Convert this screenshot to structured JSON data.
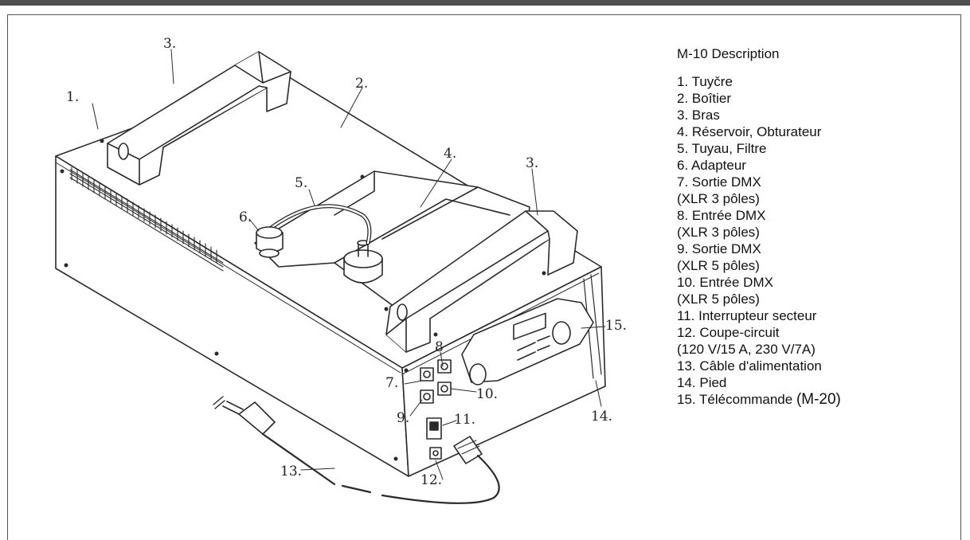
{
  "legend": {
    "title": "M-10 Description",
    "items": [
      {
        "text": "1. Tuyčre"
      },
      {
        "text": "2. Boîtier"
      },
      {
        "text": "3. Bras"
      },
      {
        "text": "4. Réservoir, Obturateur"
      },
      {
        "text": "5. Tuyau, Filtre"
      },
      {
        "text": "6. Adapteur"
      },
      {
        "text": "7. Sortie DMX",
        "sub": "(XLR 3 pôles)"
      },
      {
        "text": "8. Entrée DMX",
        "sub": "(XLR 3 pôles)"
      },
      {
        "text": "9. Sortie DMX",
        "sub": "(XLR 5 pôles)"
      },
      {
        "text": "10. Entrée DMX",
        "sub": "(XLR 5 pôles)"
      },
      {
        "text": "11. Interrupteur secteur"
      },
      {
        "text": "12. Coupe-circuit",
        "sub": "(120 V/15 A, 230 V/7A)"
      },
      {
        "text": "13. Câble d'alimentation"
      },
      {
        "text": "14. Pied"
      },
      {
        "text": "15. Télécommande ",
        "tail": "(M-20)"
      }
    ]
  },
  "callouts": {
    "n1": "1.",
    "n2": "2.",
    "n3a": "3.",
    "n3b": "3.",
    "n4": "4.",
    "n5": "5.",
    "n6": "6.",
    "n7": "7.",
    "n8": "8",
    "n9": "9.",
    "n10": "10.",
    "n11": "11.",
    "n12": "12.",
    "n13": "13.",
    "n14": "14.",
    "n15": "15."
  },
  "colors": {
    "line": "#2a2a2a",
    "frame": "#4f4f4f",
    "background": "#ffffff"
  }
}
